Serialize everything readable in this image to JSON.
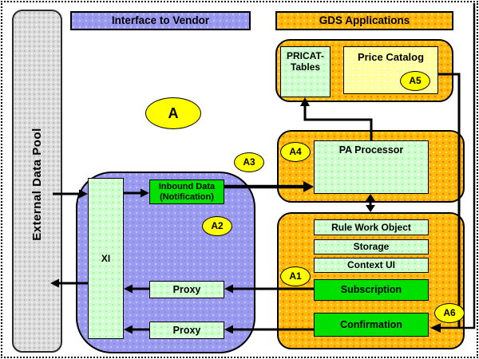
{
  "diagram": {
    "external_pool_label": "External Data Pool",
    "headers": {
      "vendor": "Interface to Vendor",
      "gds": "GDS Applications"
    },
    "vendor_group": {
      "xi_label": "XI",
      "inbound_line1": "Inbound Data",
      "inbound_line2": "(Notification)",
      "proxy1_label": "Proxy",
      "proxy2_label": "Proxy"
    },
    "gds_group": {
      "pricat_line1": "PRICAT-",
      "pricat_line2": "Tables",
      "price_catalog_label": "Price Catalog",
      "pa_processor_label": "PA Processor",
      "rule_work_object_label": "Rule Work Object",
      "storage_label": "Storage",
      "context_ui_label": "Context UI",
      "subscription_label": "Subscription",
      "confirmation_label": "Confirmation"
    },
    "badges": {
      "a": "A",
      "a1": "A1",
      "a2": "A2",
      "a3": "A3",
      "a4": "A4",
      "a5": "A5",
      "a6": "A6"
    },
    "colors": {
      "vendor_purple": "#9a9af0",
      "gds_orange": "#ffb908",
      "module_light_green": "#cfffce",
      "message_bright_green": "#00e000",
      "price_catalog_yellow": "#ffffa0",
      "badge_yellow": "#ffff00",
      "pool_gray": "#dcdcdc",
      "wire_black": "#000000"
    }
  }
}
